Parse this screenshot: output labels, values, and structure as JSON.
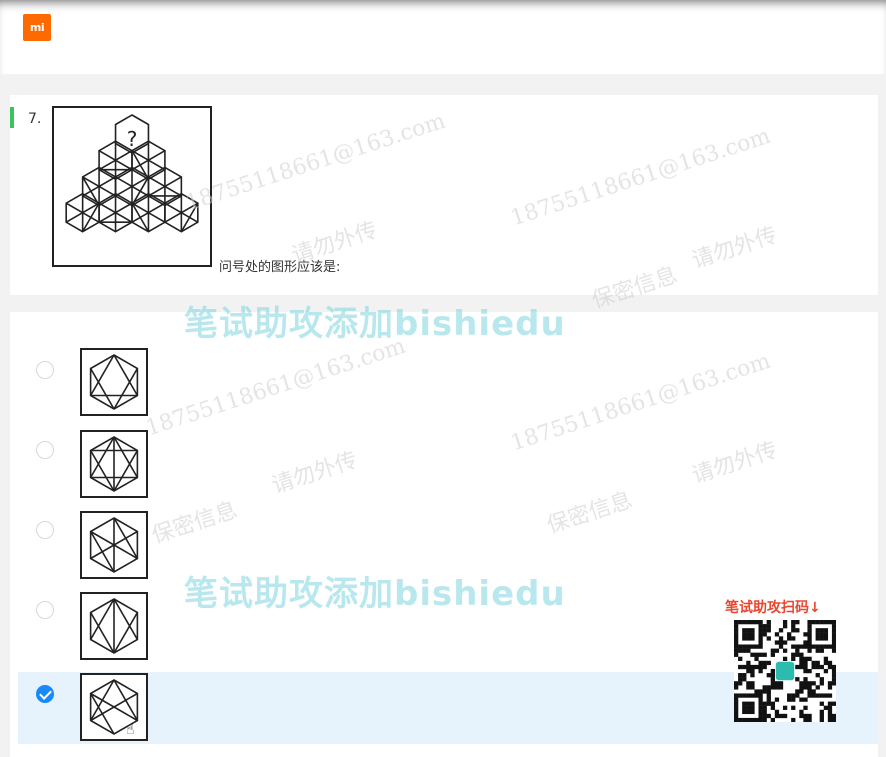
{
  "header": {
    "logo_text": "mi"
  },
  "question": {
    "number": "7.",
    "text": "问号处的图形应该是:",
    "figure_symbol": "?"
  },
  "options": [
    {
      "selected": false
    },
    {
      "selected": false
    },
    {
      "selected": false
    },
    {
      "selected": false
    },
    {
      "selected": true
    }
  ],
  "watermarks": {
    "banner": "笔试助攻添加bishiedu",
    "faint_texts": [
      "18755118661@163.com",
      "保密信息",
      "请勿外传"
    ]
  },
  "promo": {
    "label": "笔试助攻扫码↓"
  },
  "colors": {
    "accent_green": "#3cc25a",
    "selected_blue": "#1989fa",
    "selected_row_bg": "#e6f2fc",
    "logo_orange": "#ff6a00",
    "promo_red": "#e8472f",
    "watermark_teal": "#7fd6df"
  },
  "icons": {
    "logo": "mi-logo-icon",
    "radio_checked": "checkmark-icon",
    "cursor": "hand-cursor-icon"
  }
}
